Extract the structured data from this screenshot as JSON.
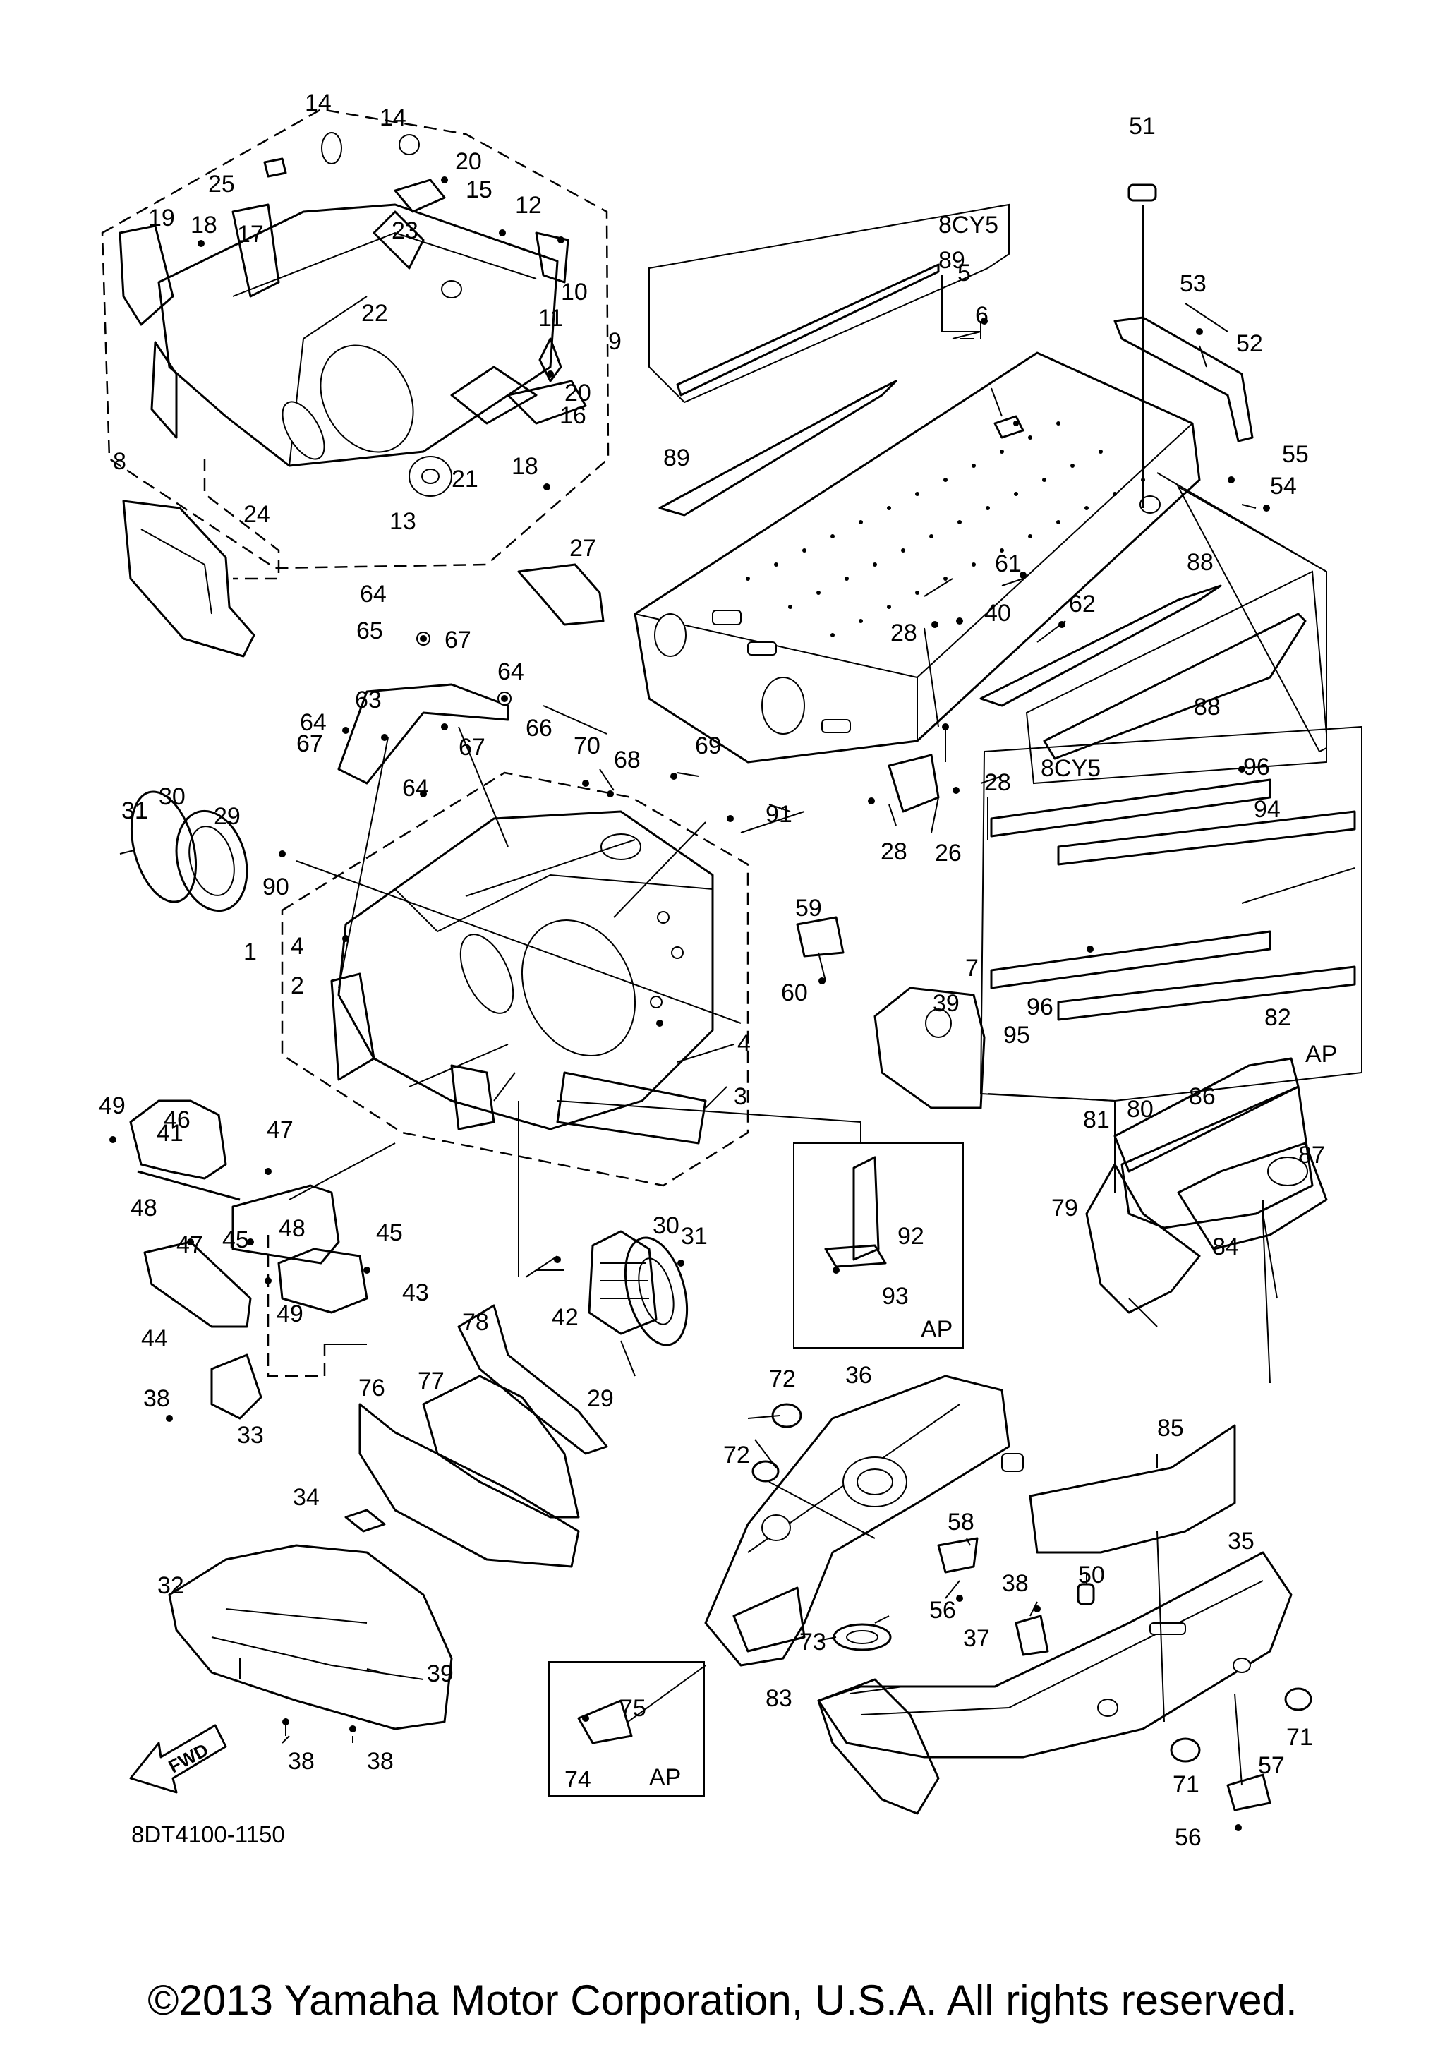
{
  "diagram": {
    "code": "8DT4100-1150",
    "copyright": "©2013 Yamaha Motor Corporation, U.S.A. All rights reserved.",
    "fwd_label": "FWD",
    "box_labels": {
      "model_8cy5": "8CY5",
      "ap": "AP"
    },
    "callouts": [
      {
        "n": "1"
      },
      {
        "n": "2"
      },
      {
        "n": "3"
      },
      {
        "n": "4"
      },
      {
        "n": "4"
      },
      {
        "n": "5"
      },
      {
        "n": "6"
      },
      {
        "n": "7"
      },
      {
        "n": "8"
      },
      {
        "n": "9"
      },
      {
        "n": "10"
      },
      {
        "n": "11"
      },
      {
        "n": "12"
      },
      {
        "n": "13"
      },
      {
        "n": "14"
      },
      {
        "n": "14"
      },
      {
        "n": "15"
      },
      {
        "n": "16"
      },
      {
        "n": "17"
      },
      {
        "n": "18"
      },
      {
        "n": "18"
      },
      {
        "n": "19"
      },
      {
        "n": "20"
      },
      {
        "n": "20"
      },
      {
        "n": "21"
      },
      {
        "n": "22"
      },
      {
        "n": "23"
      },
      {
        "n": "24"
      },
      {
        "n": "25"
      },
      {
        "n": "26"
      },
      {
        "n": "27"
      },
      {
        "n": "28"
      },
      {
        "n": "28"
      },
      {
        "n": "28"
      },
      {
        "n": "29"
      },
      {
        "n": "29"
      },
      {
        "n": "30"
      },
      {
        "n": "30"
      },
      {
        "n": "31"
      },
      {
        "n": "31"
      },
      {
        "n": "32"
      },
      {
        "n": "33"
      },
      {
        "n": "34"
      },
      {
        "n": "35"
      },
      {
        "n": "36"
      },
      {
        "n": "37"
      },
      {
        "n": "38"
      },
      {
        "n": "38"
      },
      {
        "n": "38"
      },
      {
        "n": "38"
      },
      {
        "n": "39"
      },
      {
        "n": "39"
      },
      {
        "n": "40"
      },
      {
        "n": "41"
      },
      {
        "n": "42"
      },
      {
        "n": "43"
      },
      {
        "n": "44"
      },
      {
        "n": "45"
      },
      {
        "n": "45"
      },
      {
        "n": "46"
      },
      {
        "n": "47"
      },
      {
        "n": "47"
      },
      {
        "n": "48"
      },
      {
        "n": "48"
      },
      {
        "n": "49"
      },
      {
        "n": "49"
      },
      {
        "n": "50"
      },
      {
        "n": "51"
      },
      {
        "n": "52"
      },
      {
        "n": "53"
      },
      {
        "n": "54"
      },
      {
        "n": "55"
      },
      {
        "n": "56"
      },
      {
        "n": "56"
      },
      {
        "n": "57"
      },
      {
        "n": "58"
      },
      {
        "n": "59"
      },
      {
        "n": "60"
      },
      {
        "n": "61"
      },
      {
        "n": "62"
      },
      {
        "n": "63"
      },
      {
        "n": "64"
      },
      {
        "n": "64"
      },
      {
        "n": "64"
      },
      {
        "n": "64"
      },
      {
        "n": "65"
      },
      {
        "n": "66"
      },
      {
        "n": "67"
      },
      {
        "n": "67"
      },
      {
        "n": "67"
      },
      {
        "n": "68"
      },
      {
        "n": "69"
      },
      {
        "n": "70"
      },
      {
        "n": "71"
      },
      {
        "n": "71"
      },
      {
        "n": "72"
      },
      {
        "n": "72"
      },
      {
        "n": "73"
      },
      {
        "n": "74"
      },
      {
        "n": "75"
      },
      {
        "n": "76"
      },
      {
        "n": "77"
      },
      {
        "n": "78"
      },
      {
        "n": "79"
      },
      {
        "n": "80"
      },
      {
        "n": "81"
      },
      {
        "n": "82"
      },
      {
        "n": "83"
      },
      {
        "n": "84"
      },
      {
        "n": "85"
      },
      {
        "n": "86"
      },
      {
        "n": "87"
      },
      {
        "n": "88"
      },
      {
        "n": "88"
      },
      {
        "n": "89"
      },
      {
        "n": "89"
      },
      {
        "n": "90"
      },
      {
        "n": "91"
      },
      {
        "n": "92"
      },
      {
        "n": "93"
      },
      {
        "n": "94"
      },
      {
        "n": "95"
      },
      {
        "n": "96"
      },
      {
        "n": "96"
      }
    ]
  }
}
